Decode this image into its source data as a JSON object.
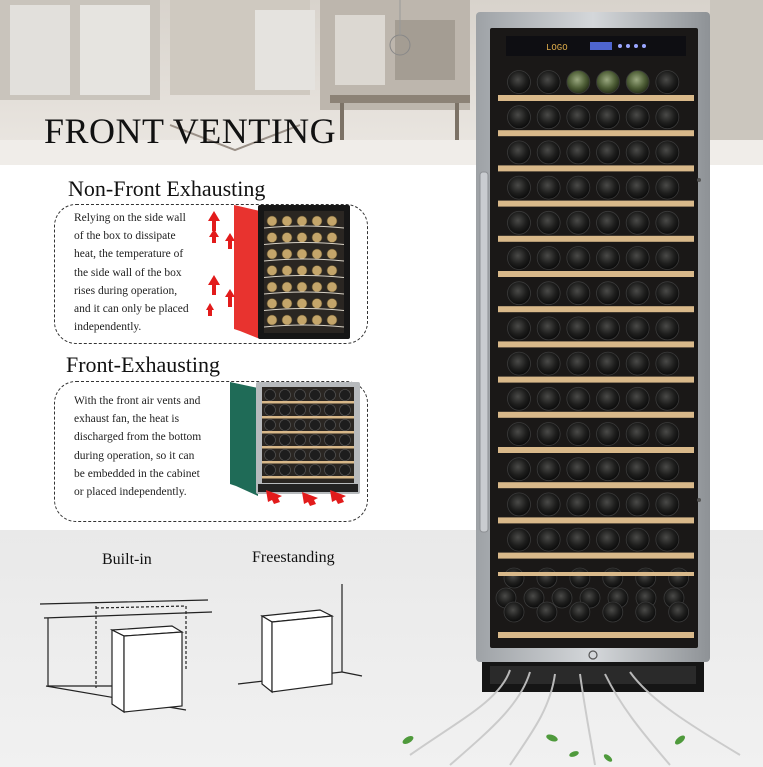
{
  "heading": "FRONT VENTING",
  "sections": {
    "non_front": {
      "title": "Non-Front Exhausting",
      "lines": [
        "Relying on the side wall",
        "of the box to dissipate",
        "heat, the temperature of",
        "the side wall of the box",
        "rises during operation,",
        "and it can only be placed",
        "independently."
      ]
    },
    "front": {
      "title": "Front-Exhausting",
      "lines": [
        "With the front air vents and",
        "exhaust fan, the heat is",
        "discharged from the bottom",
        "during operation, so it can",
        "be embedded in the cabinet",
        "or placed independently."
      ]
    }
  },
  "install": {
    "builtin_label": "Built-in",
    "freestanding_label": "Freestanding"
  },
  "fridge": {
    "display_text": "LOGO",
    "rows": 14,
    "bottles_per_row": 6
  },
  "colors": {
    "arrow_red": "#e21b1b",
    "side_red": "#e8332f",
    "side_green": "#1f6b57",
    "shelf_wood": "#d9b98a",
    "steel": "#b9bcbf"
  }
}
